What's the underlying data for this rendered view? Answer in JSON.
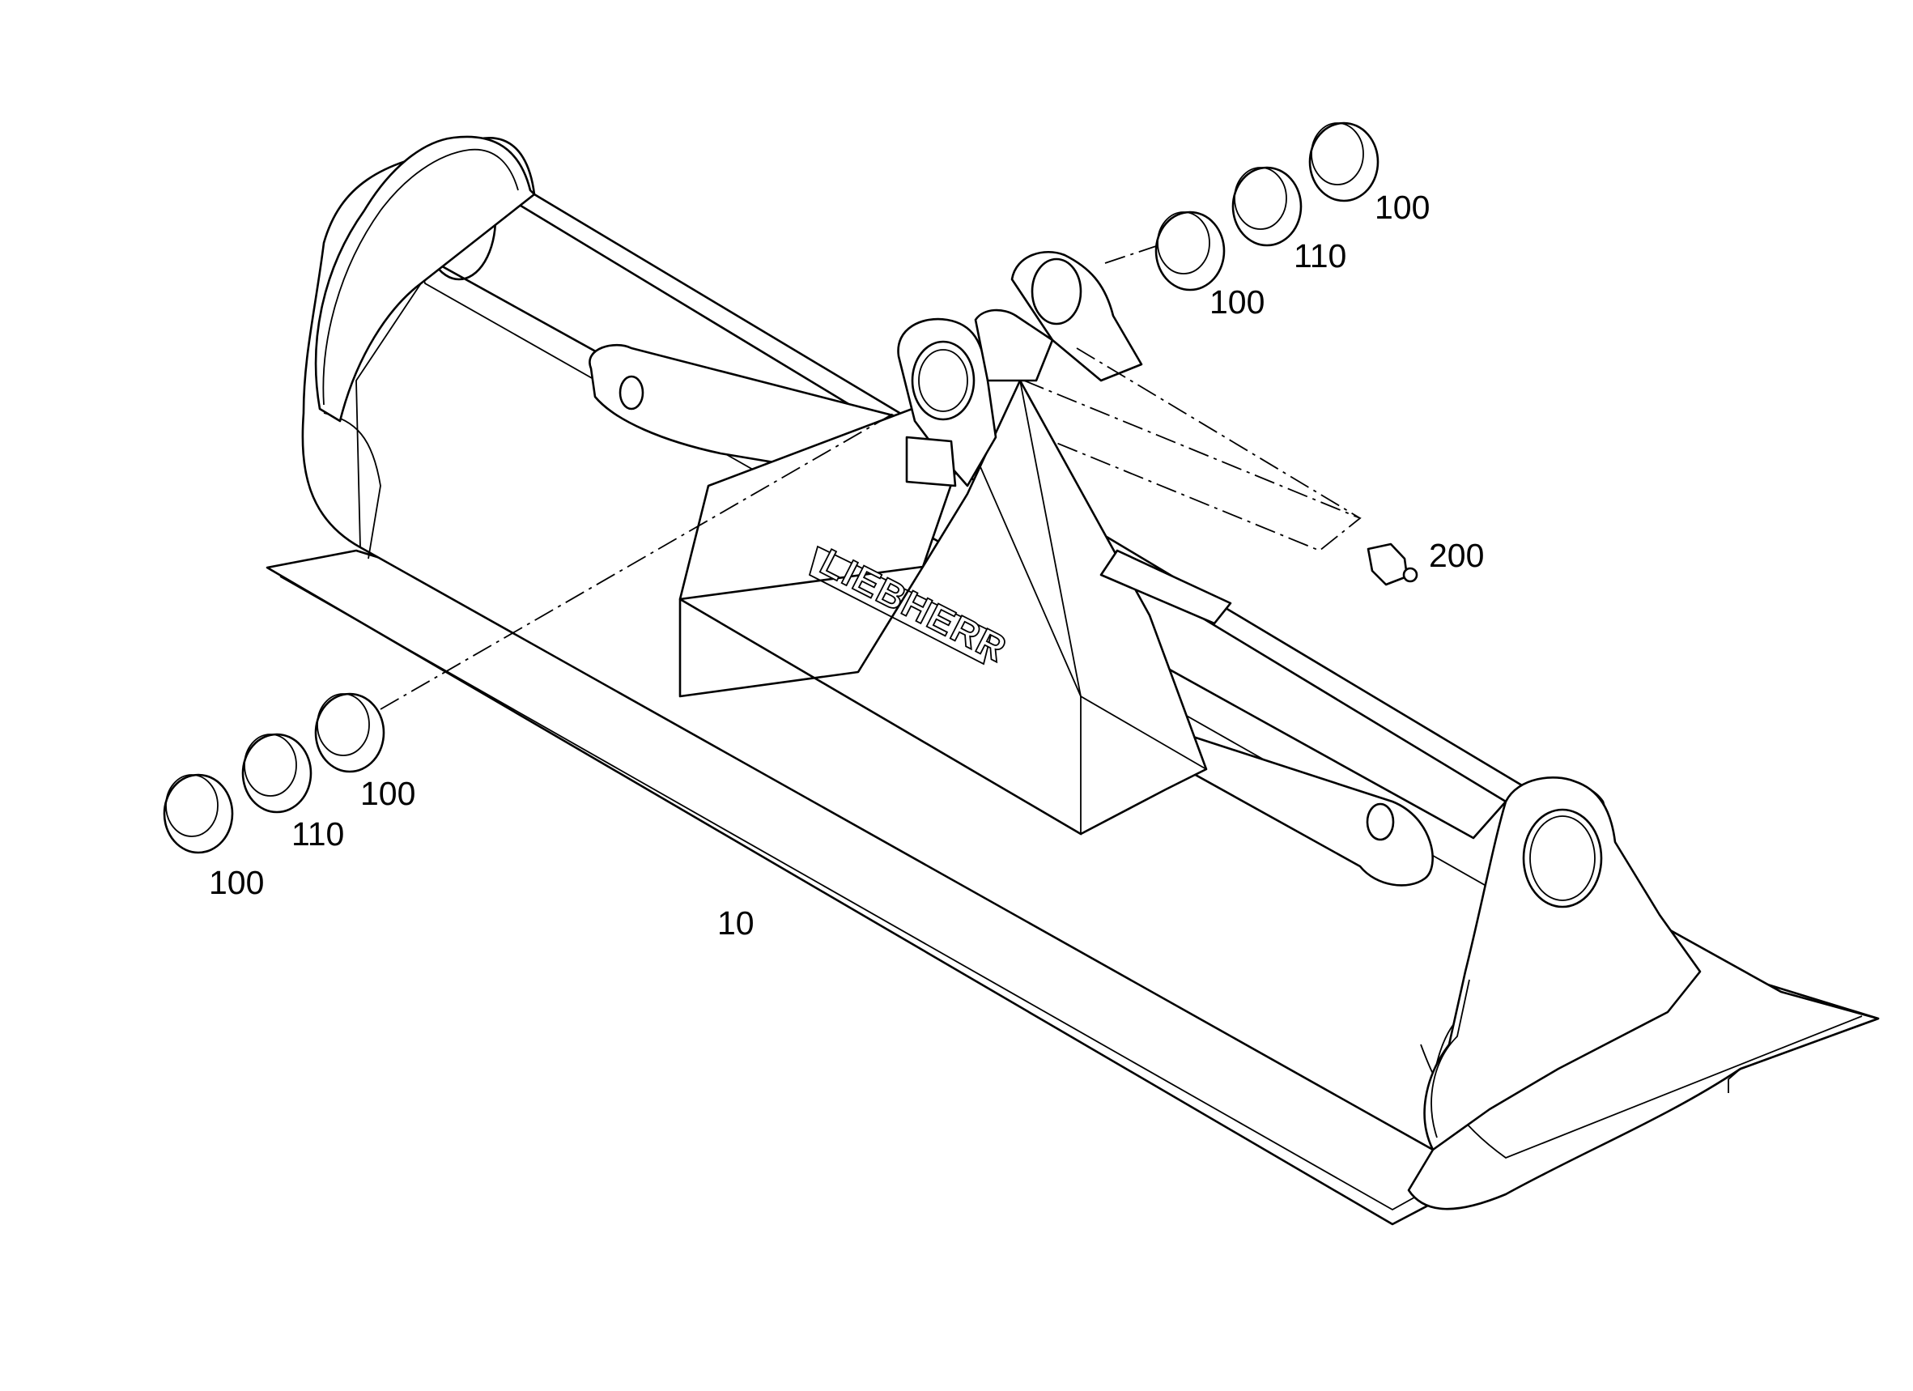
{
  "colors": {
    "line": "#000000",
    "background": "#ffffff"
  },
  "logo_text": "LIEBHERR",
  "callouts": {
    "bushing_top_outer": "100",
    "spacer_top": "110",
    "bushing_top_inner": "100",
    "grease_nipple": "200",
    "bushing_left_inner": "100",
    "spacer_left": "110",
    "bushing_left_outer": "100",
    "bucket": "10"
  }
}
